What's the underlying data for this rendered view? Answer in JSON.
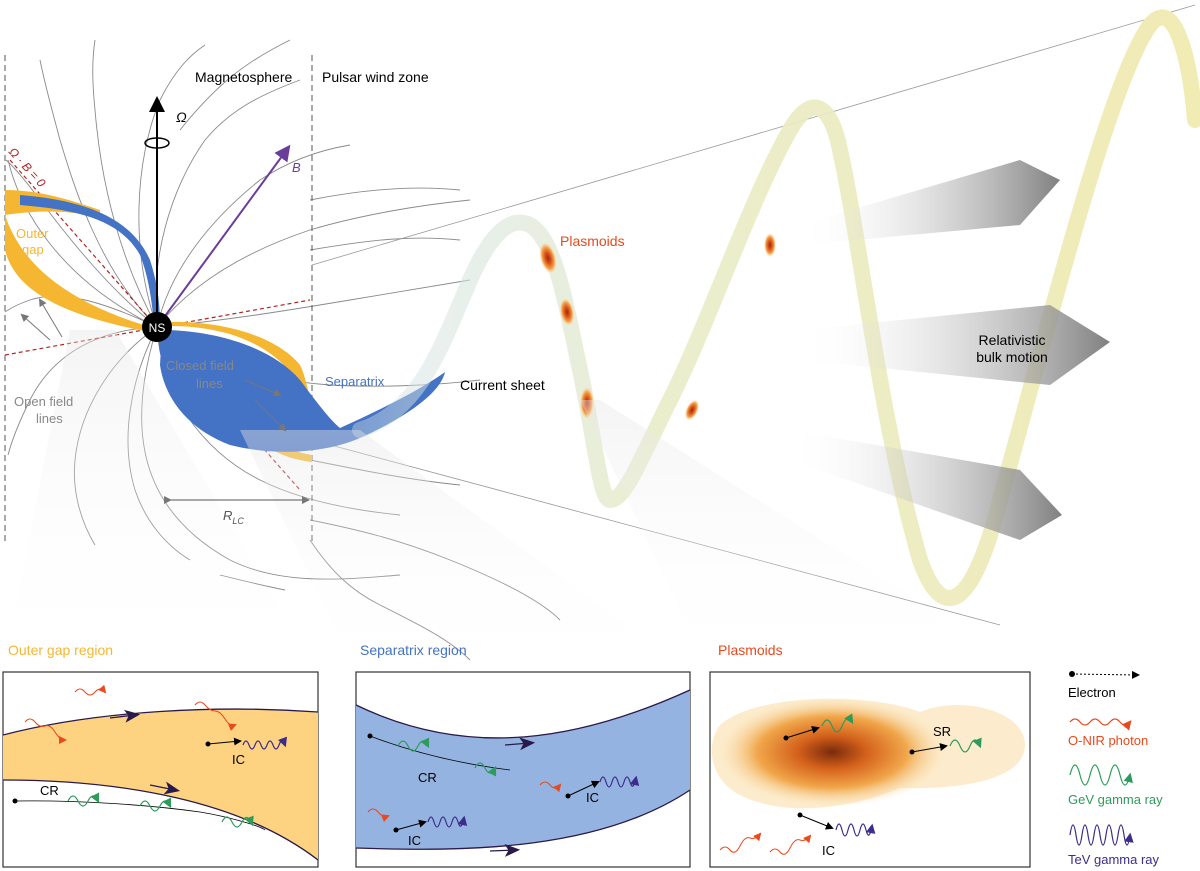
{
  "top": {
    "magnetosphere": "Magnetosphere",
    "wind_zone": "Pulsar wind zone",
    "omega": "Ω",
    "b": "B",
    "null_surface": "Ω · B = 0",
    "outer_gap_1": "Outer",
    "outer_gap_2": "gap",
    "ns": "NS",
    "closed_1": "Closed field",
    "closed_2": "lines",
    "open_1": "Open field",
    "open_2": "lines",
    "separatrix": "Separatrix",
    "current_sheet": "Current sheet",
    "plasmoids": "Plasmoids",
    "bulk_1": "Relativistic",
    "bulk_2": "bulk motion",
    "rlc_main": "R",
    "rlc_sub": "LC"
  },
  "panels": {
    "outer_gap": {
      "title": "Outer gap region",
      "ic": "IC",
      "cr": "CR"
    },
    "separatrix": {
      "title": "Separatrix region",
      "cr": "CR",
      "ic1": "IC",
      "ic2": "IC"
    },
    "plasmoids": {
      "title": "Plasmoids",
      "sr": "SR",
      "ic": "IC"
    }
  },
  "legend": {
    "electron": "Electron",
    "onir": "O-NIR photon",
    "gev": "GeV gamma ray",
    "tev": "TeV gamma ray"
  },
  "colors": {
    "outer_gap": "#f5b731",
    "separatrix": "#4472c4",
    "plasmoid": "#e8491d",
    "onir": "#e8491d",
    "gev": "#2e9b5c",
    "tev": "#3c2d8c",
    "b_field": "#6a3d9a",
    "null": "#b22222"
  }
}
